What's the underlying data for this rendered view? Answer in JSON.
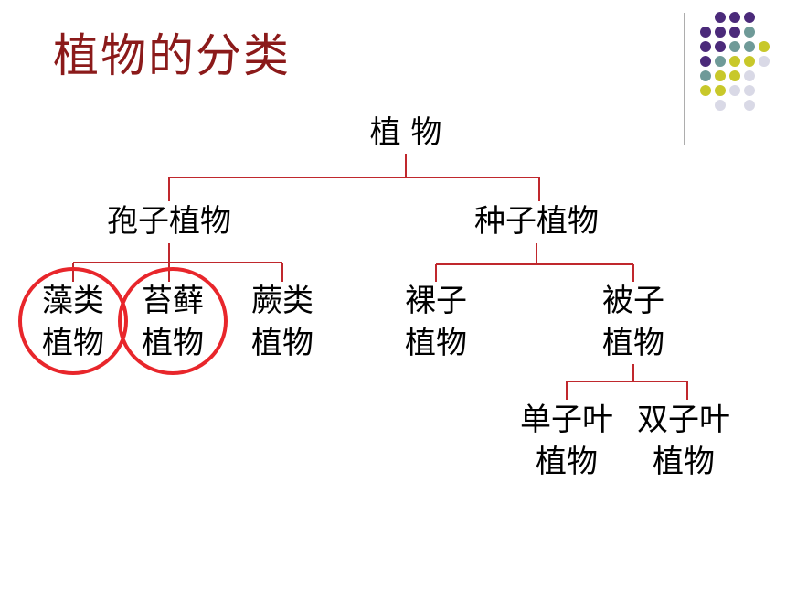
{
  "title": "植物的分类",
  "tree": {
    "root": "植 物",
    "spore": "孢子植物",
    "seed": "种子植物",
    "algae": [
      "藻类",
      "植物"
    ],
    "moss": [
      "苔藓",
      "植物"
    ],
    "fern": [
      "蕨类",
      "植物"
    ],
    "gymno": [
      "裸子",
      "植物"
    ],
    "angio": [
      "被子",
      "植物"
    ],
    "mono": [
      "单子叶",
      "植物"
    ],
    "dicot": [
      "双子叶",
      "植物"
    ]
  },
  "colors": {
    "title": "#8b1a1a",
    "line": "#c0282d",
    "circle": "#e8262b",
    "dot_purple": "#4b2a7a",
    "dot_teal": "#6f9a98",
    "dot_yellow": "#c8c82a",
    "dot_light": "#d9d9e6"
  }
}
